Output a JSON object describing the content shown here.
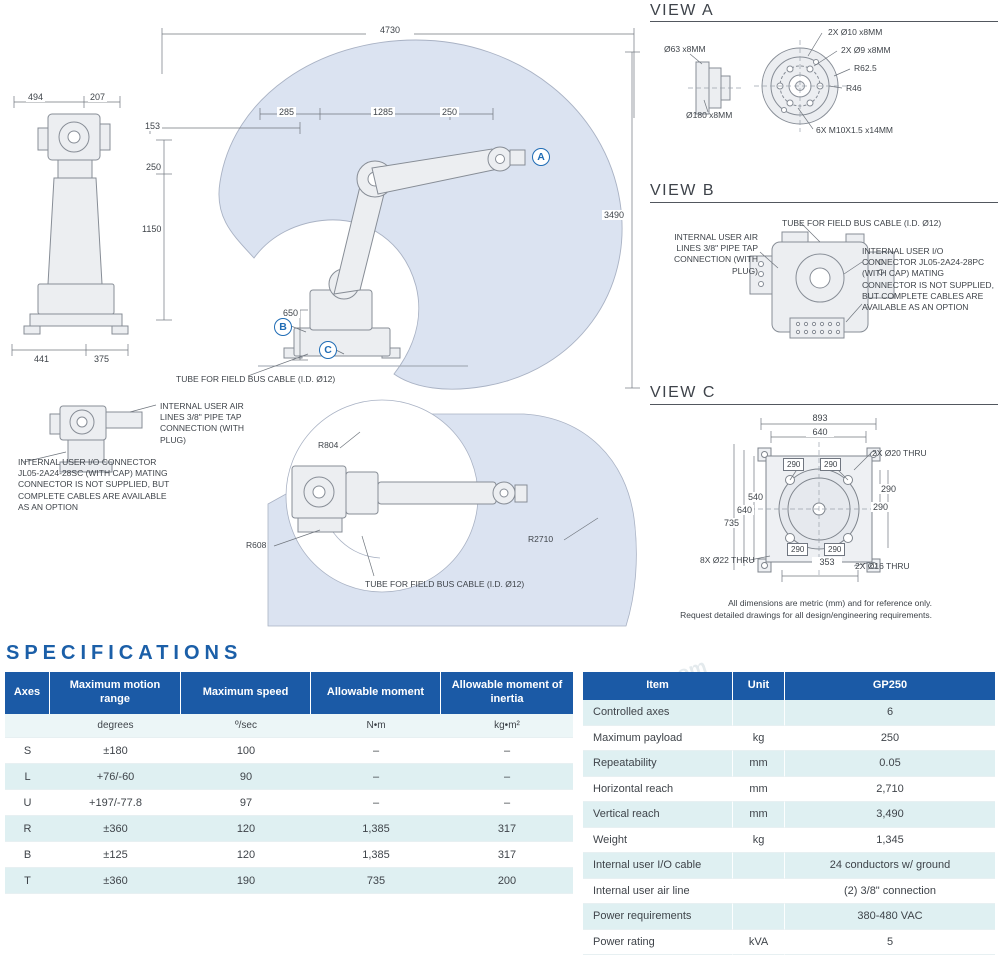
{
  "colors": {
    "header_blue": "#1b5aa6",
    "stripe_teal": "#dff0f2",
    "accent_blue": "#1f6cb5",
    "envelope_fill": "#dbe3f1"
  },
  "watermark": "e.com",
  "envelope": {
    "dim_4730": "4730",
    "dim_153": "153",
    "dim_285": "285",
    "dim_1285": "1285",
    "dim_250_top": "250",
    "dim_250_left": "250",
    "dim_1150": "1150",
    "dim_650": "650",
    "dim_3490": "3490",
    "marker_a": "A",
    "marker_b": "B",
    "marker_c": "C",
    "tube_note": "TUBE FOR FIELD BUS CABLE (I.D. Ø12)"
  },
  "side_view": {
    "dim_494": "494",
    "dim_207": "207",
    "dim_441": "441",
    "dim_375": "375"
  },
  "detail_left": {
    "air_note": "INTERNAL USER AIR LINES 3/8\" PIPE TAP CONNECTION (WITH PLUG)",
    "io_note": "INTERNAL USER I/O CONNECTOR JL05-2A24-28SC (WITH CAP) MATING CONNECTOR IS NOT SUPPLIED, BUT COMPLETE CABLES ARE AVAILABLE AS AN OPTION"
  },
  "detail_center": {
    "r804": "R804",
    "r608": "R608",
    "r2710": "R2710",
    "tube_note": "TUBE FOR FIELD BUS CABLE (I.D. Ø12)"
  },
  "view_a": {
    "title": "VIEW A",
    "d10": "2X Ø10 x8MM",
    "d9": "2X Ø9 x8MM",
    "r625": "R62.5",
    "r46": "R46",
    "m10": "6X M10X1.5 x14MM",
    "d63": "Ø63 x8MM",
    "d180": "Ø180 x8MM"
  },
  "view_b": {
    "title": "VIEW B",
    "tube": "TUBE FOR FIELD BUS CABLE (I.D. Ø12)",
    "air": "INTERNAL USER AIR LINES 3/8\" PIPE TAP CONNECTION (WITH PLUG)",
    "io": "INTERNAL USER I/O CONNECTOR JL05-2A24-28PC (WITH CAP) MATING CONNECTOR IS NOT SUPPLIED, BUT COMPLETE CABLES ARE AVAILABLE AS AN OPTION"
  },
  "view_c": {
    "title": "VIEW C",
    "d893": "893",
    "d640_top": "640",
    "d290_t1": "290",
    "d290_t2": "290",
    "d20_thru": "2X Ø20 THRU",
    "d540": "540",
    "d640_left": "640",
    "d735": "735",
    "d290_r1": "290",
    "d290_r2": "290",
    "d290_b1": "290",
    "d290_b2": "290",
    "d353": "353",
    "d22_thru": "8X Ø22 THRU",
    "d16_thru": "2X Ø16 THRU"
  },
  "footnote": {
    "line1": "All dimensions are metric (mm) and for reference only.",
    "line2": "Request detailed drawings for all design/engineering requirements."
  },
  "specifications": {
    "title": "SPECIFICATIONS",
    "axes_table": {
      "headers": [
        "Axes",
        "Maximum motion range",
        "Maximum speed",
        "Allowable moment",
        "Allowable moment of inertia"
      ],
      "units": [
        "",
        "degrees",
        "º/sec",
        "N•m",
        "kg•m²"
      ],
      "rows": [
        [
          "S",
          "±180",
          "100",
          "–",
          "–"
        ],
        [
          "L",
          "+76/-60",
          "90",
          "–",
          "–"
        ],
        [
          "U",
          "+197/-77.8",
          "97",
          "–",
          "–"
        ],
        [
          "R",
          "±360",
          "120",
          "1,385",
          "317"
        ],
        [
          "B",
          "±125",
          "120",
          "1,385",
          "317"
        ],
        [
          "T",
          "±360",
          "190",
          "735",
          "200"
        ]
      ]
    },
    "general_table": {
      "headers": [
        "Item",
        "Unit",
        "GP250"
      ],
      "rows": [
        {
          "item": "Controlled axes",
          "unit": "",
          "value": "6"
        },
        {
          "item": "Maximum payload",
          "unit": "kg",
          "value": "250"
        },
        {
          "item": "Repeatability",
          "unit": "mm",
          "value": "0.05"
        },
        {
          "item": "Horizontal reach",
          "unit": "mm",
          "value": "2,710"
        },
        {
          "item": "Vertical reach",
          "unit": "mm",
          "value": "3,490"
        },
        {
          "item": "Weight",
          "unit": "kg",
          "value": "1,345"
        },
        {
          "item": "Internal user I/O cable",
          "unit": "",
          "value": "24 conductors w/ ground"
        },
        {
          "item": "Internal user air line",
          "unit": "",
          "value": "(2) 3/8\" connection"
        },
        {
          "item": "Power requirements",
          "unit": "",
          "value": "380-480 VAC"
        },
        {
          "item": "Power rating",
          "unit": "kVA",
          "value": "5"
        }
      ]
    }
  }
}
